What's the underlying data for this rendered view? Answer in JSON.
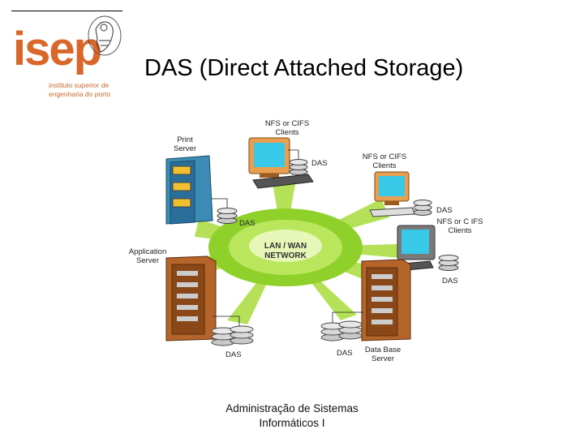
{
  "slide": {
    "title": "DAS (Direct Attached Storage)",
    "footer_line1": "Administração de Sistemas",
    "footer_line2": "Informáticos I"
  },
  "logo": {
    "wordmark": "isep",
    "subtitle_line1": "instituto superior de",
    "subtitle_line2": "engenharia do porto"
  },
  "diagram": {
    "network_line1": "LAN / WAN",
    "network_line2": "NETWORK",
    "clients_top_line1": "NFS or CIFS",
    "clients_top_line2": "Clients",
    "clients_right_line1": "NFS or CIFS",
    "clients_right_line2": "Clients",
    "clients_right2_line1": "NFS or C IFS",
    "clients_right2_line2": "Clients",
    "print_server_line1": "Print",
    "print_server_line2": "Server",
    "app_server_line1": "Application",
    "app_server_line2": "Server",
    "db_server_line1": "Data Base",
    "db_server_line2": "Server",
    "das_label": "DAS"
  },
  "colors": {
    "logo_orange": "#d9672c",
    "network_green": "#8fd12a",
    "server_brown": "#b5652a",
    "print_server_blue": "#3b8db5",
    "monitor_cyan": "#38c8e8"
  }
}
